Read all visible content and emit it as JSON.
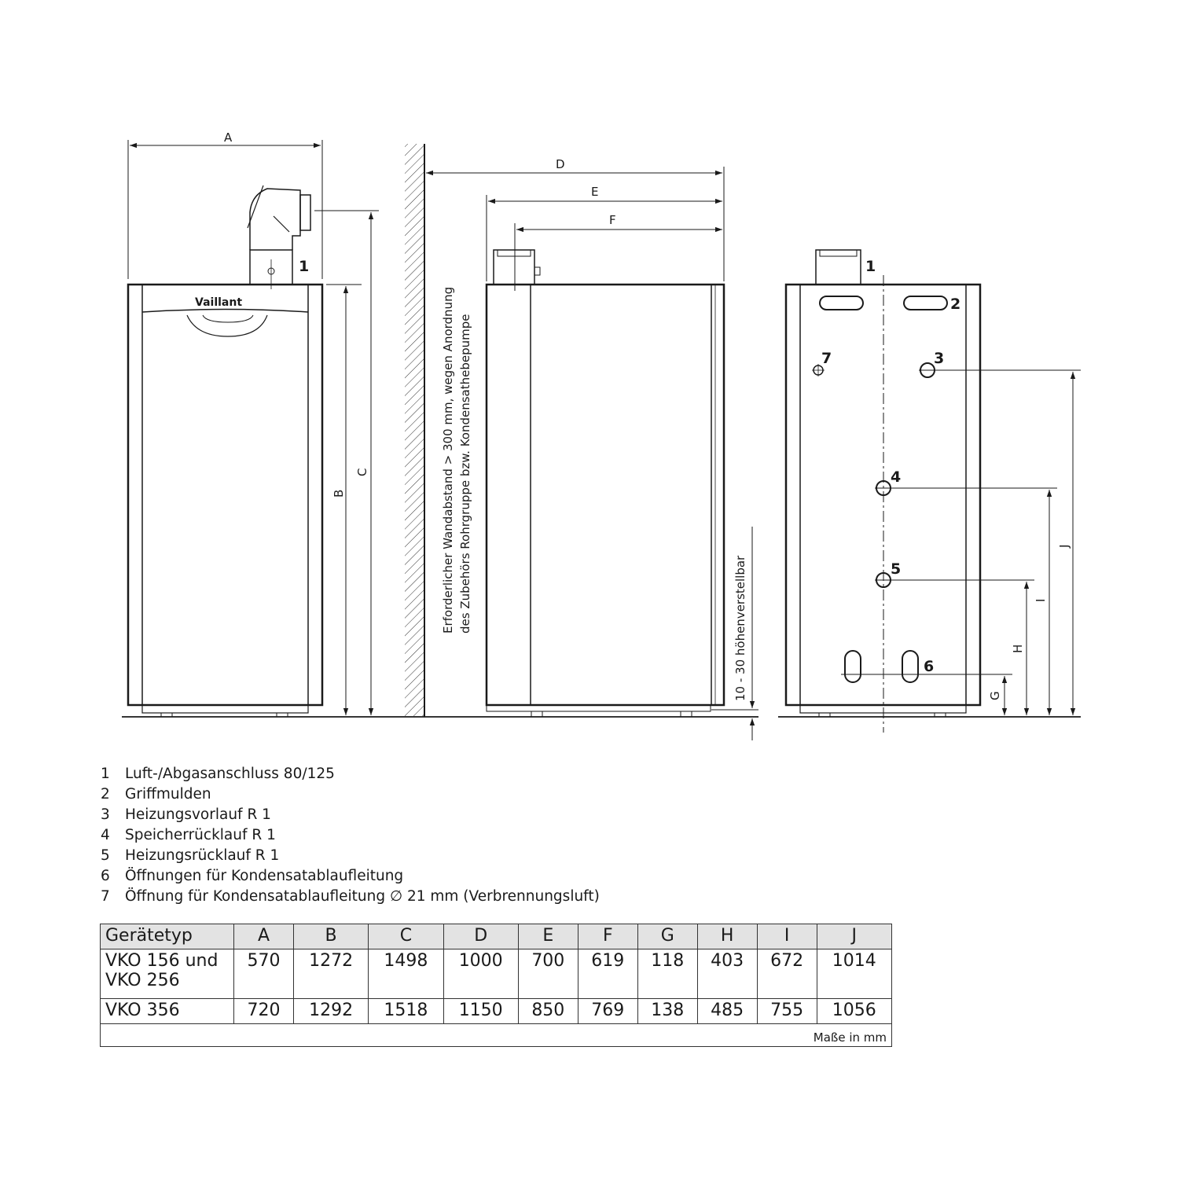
{
  "diagram": {
    "brand": "Vaillant",
    "dimension_labels": [
      "A",
      "B",
      "C",
      "D",
      "E",
      "F",
      "G",
      "H",
      "I",
      "J"
    ],
    "wall_note_line1": "Erforderlicher Wandabstand > 300 mm, wegen Anordnung",
    "wall_note_line2": "des Zubehörs Rohrgruppe bzw. Kondensathebepumpe",
    "foot_note": "10 - 30  höhenverstellbar",
    "callouts": [
      "1",
      "1",
      "2",
      "3",
      "4",
      "5",
      "6",
      "7"
    ]
  },
  "legend": [
    {
      "n": "1",
      "text": "Luft-/Abgasanschluss 80/125"
    },
    {
      "n": "2",
      "text": "Griffmulden"
    },
    {
      "n": "3",
      "text": "Heizungsvorlauf R 1"
    },
    {
      "n": "4",
      "text": "Speicherrücklauf R 1"
    },
    {
      "n": "5",
      "text": "Heizungsrücklauf R 1"
    },
    {
      "n": "6",
      "text": "Öffnungen für Kondensatablaufleitung"
    },
    {
      "n": "7",
      "text": "Öffnung für Kondensatablaufleitung ∅ 21 mm (Verbrennungsluft)"
    }
  ],
  "table": {
    "headers": [
      "Gerätetyp",
      "A",
      "B",
      "C",
      "D",
      "E",
      "F",
      "G",
      "H",
      "I",
      "J"
    ],
    "rows": [
      [
        "VKO 156 und\nVKO 256",
        "570",
        "1272",
        "1498",
        "1000",
        "700",
        "619",
        "118",
        "403",
        "672",
        "1014"
      ],
      [
        "VKO 356",
        "720",
        "1292",
        "1518",
        "1150",
        "850",
        "769",
        "138",
        "485",
        "755",
        "1056"
      ]
    ],
    "footer": "Maße in mm"
  }
}
